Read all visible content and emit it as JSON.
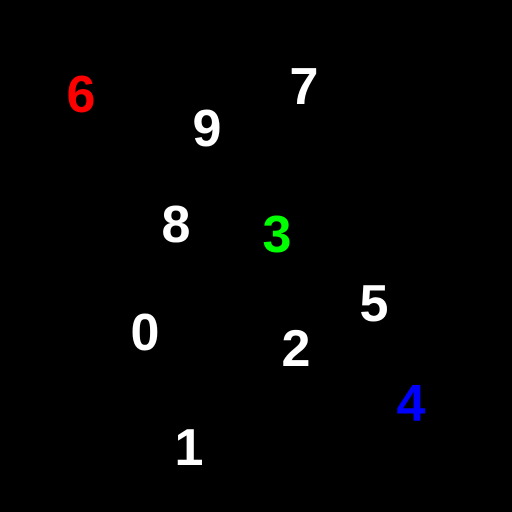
{
  "background_color": "#000000",
  "digits": [
    {
      "value": "6",
      "color": "#ff0000"
    },
    {
      "value": "7",
      "color": "#ffffff"
    },
    {
      "value": "9",
      "color": "#ffffff"
    },
    {
      "value": "8",
      "color": "#ffffff"
    },
    {
      "value": "3",
      "color": "#00ff00"
    },
    {
      "value": "5",
      "color": "#ffffff"
    },
    {
      "value": "0",
      "color": "#ffffff"
    },
    {
      "value": "2",
      "color": "#ffffff"
    },
    {
      "value": "4",
      "color": "#0000ff"
    },
    {
      "value": "1",
      "color": "#ffffff"
    }
  ]
}
